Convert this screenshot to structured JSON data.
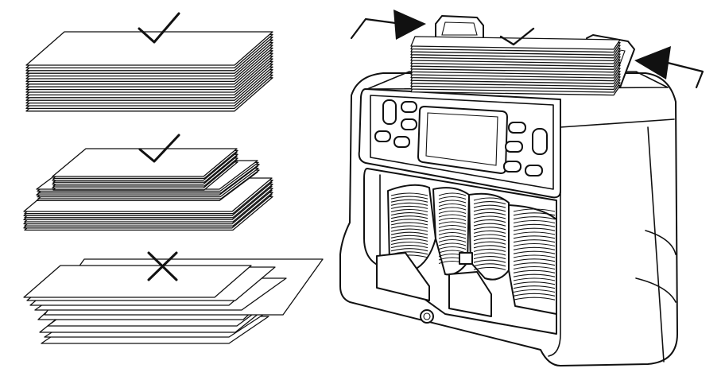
{
  "figure": {
    "panels": [
      {
        "id": "aligned-stack",
        "status": "correct",
        "mark_icon": "check-icon"
      },
      {
        "id": "sorted-mixed-stack",
        "status": "correct",
        "mark_icon": "check-icon"
      },
      {
        "id": "unaligned-stack",
        "status": "incorrect",
        "mark_icon": "cross-icon"
      }
    ],
    "machine": {
      "hopper_mark_icon": "check-icon",
      "arrows": [
        "arrow-left-icon",
        "arrow-right-icon"
      ]
    },
    "colors": {
      "line": "#111111",
      "background": "#ffffff"
    }
  }
}
